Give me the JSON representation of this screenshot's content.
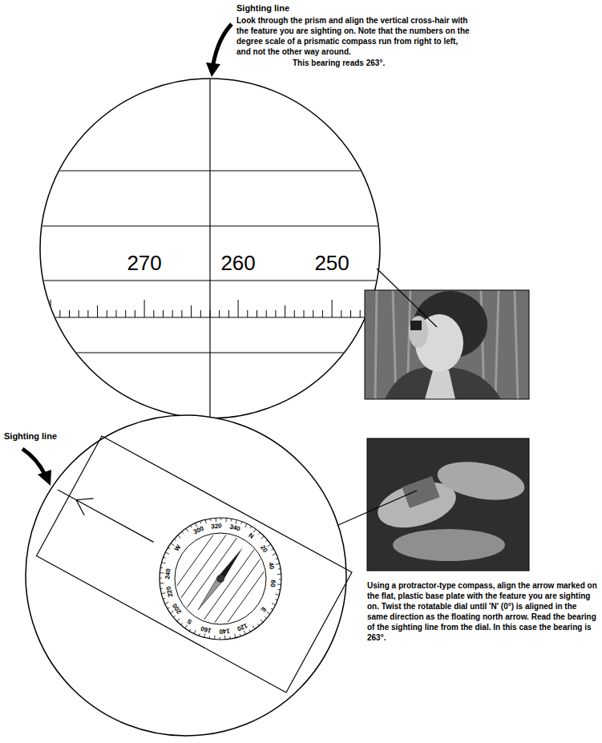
{
  "diagram": {
    "labels": [
      "Sighting line",
      "Look through the prism and align the vertical cross-hair with the feature you are sighting on. Note that the numbers on the degree scale of a prismatic compass run from right to left, and not the other way around.",
      "This bearing reads 263°.",
      "270",
      "260",
      "250",
      "Sighting line",
      "N",
      "20",
      "40",
      "60",
      "E",
      "120",
      "140",
      "160",
      "S",
      "200",
      "220",
      "240",
      "W",
      "300",
      "320",
      "340",
      "Using a protractor-type compass, align the arrow marked on the flat, plastic base plate with the feature you are sighting on. Twist the rotatable dial until 'N' (0°) is aligned in the same direction as the floating north arrow. Read the bearing of the sighting line from the dial. In this case the bearing is 263°."
    ]
  }
}
